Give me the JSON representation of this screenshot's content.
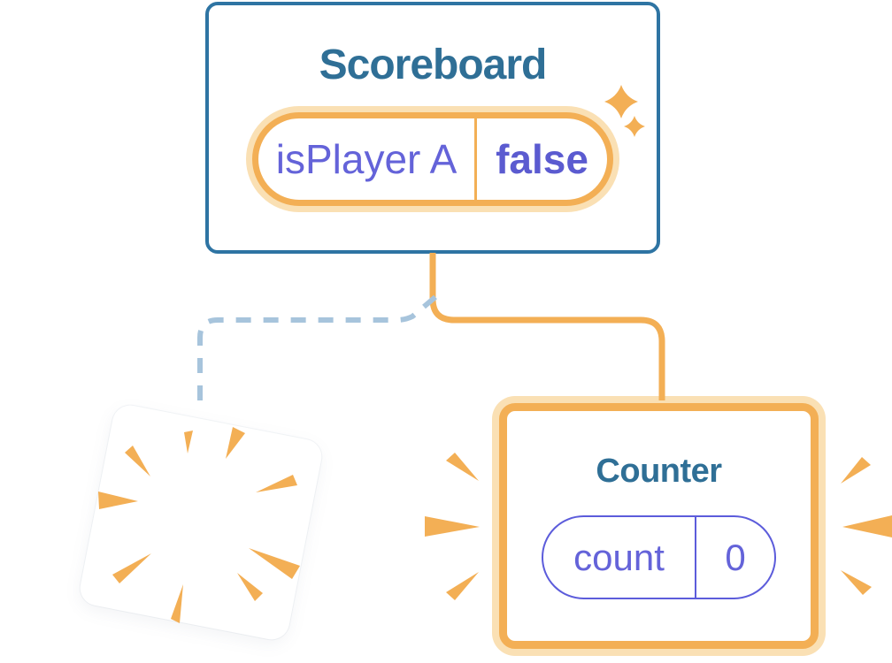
{
  "scoreboard": {
    "title": "Scoreboard",
    "state_name": "isPlayer A",
    "state_value": "false"
  },
  "counter": {
    "title": "Counter",
    "state_name": "count",
    "state_value": "0"
  },
  "icons": {
    "sparkles": "sparkles-icon (new highlighted state)",
    "poof": "poof-burst-icon (component removed)",
    "emphasis_left": "emphasis-wedges-left-icon",
    "emphasis_right": "emphasis-wedges-right-icon"
  },
  "connectors": {
    "solid": "orange solid elbow from Scoreboard to Counter",
    "dashed": "blue dashed elbow from Scoreboard to removed card"
  },
  "colors": {
    "teal_border": "#2E74A3",
    "teal_text": "#2F6F96",
    "orange": "#F3AF55",
    "orange_glow": "#FAE0B4",
    "purple": "#6463D9",
    "purple_bold": "#5B5BD0",
    "purple_outline": "#5C5CDB",
    "dashed_line": "#A7C4DC",
    "card_background": "#FFFFFF"
  }
}
